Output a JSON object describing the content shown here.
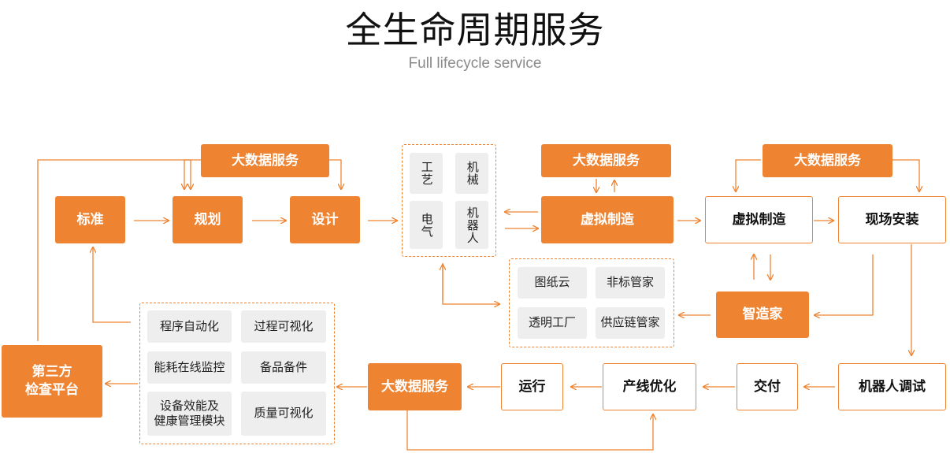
{
  "header": {
    "title": "全生命周期服务",
    "subtitle": "Full lifecycle service"
  },
  "flow": {
    "biaozhun": "标准",
    "guihua": "规划",
    "sheji": "设计",
    "xuni_orange": "虚拟制造",
    "xuni_outline": "虚拟制造",
    "xianchang": "现场安装",
    "zhizaojia": "智造家",
    "robot_debug": "机器人调试",
    "jiaofu": "交付",
    "chanxian": "产线优化",
    "yunxing": "运行",
    "bigdata_bottom": "大数据服务",
    "third_party": "第三方\n检查平台"
  },
  "bigdata_labels": [
    "大数据服务",
    "大数据服务",
    "大数据服务"
  ],
  "discipline_group": [
    "工艺",
    "机械",
    "电气",
    "机器人"
  ],
  "software_group": [
    "图纸云",
    "非标管家",
    "透明工厂",
    "供应链管家"
  ],
  "monitor_group": [
    "程序自动化",
    "过程可视化",
    "能耗在线监控",
    "备品备件",
    "设备效能及\n健康管理模块",
    "质量可视化"
  ],
  "colors": {
    "accent": "#ee8432",
    "gray_bg": "#eeeeee"
  }
}
